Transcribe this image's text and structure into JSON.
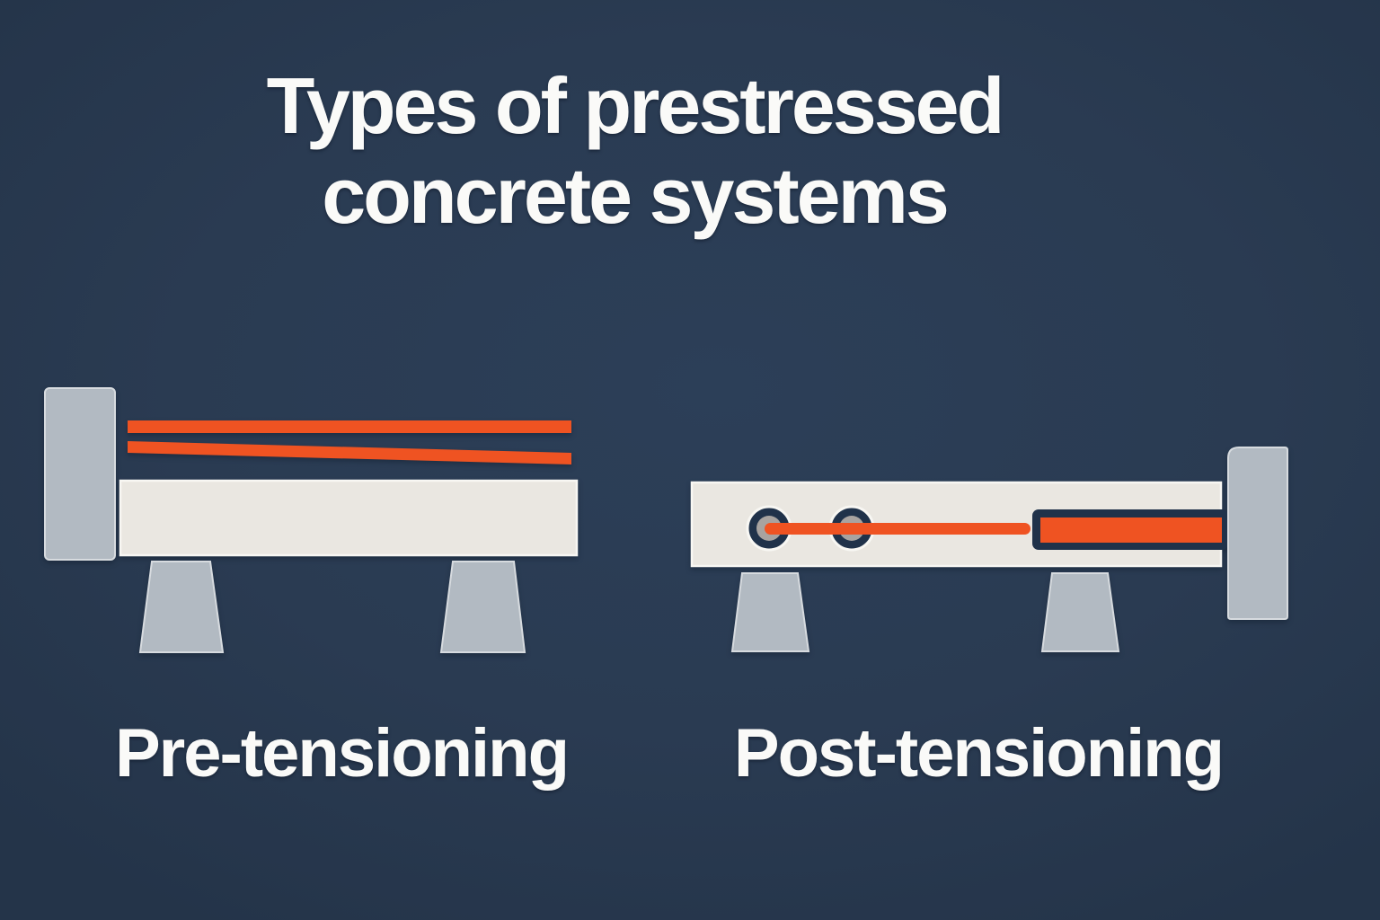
{
  "title": {
    "lines": [
      "Types of prestressed",
      "concrete systems"
    ]
  },
  "diagrams": [
    {
      "id": "pre-tensioning",
      "label": "Pre-tensioning",
      "elements": [
        "end-anchorage-block",
        "straight-tendon",
        "deflected-tendon",
        "concrete-beam",
        "support-pedestal-left",
        "support-pedestal-right"
      ]
    },
    {
      "id": "post-tensioning",
      "label": "Post-tensioning",
      "elements": [
        "concrete-beam",
        "anchorage-head-left",
        "anchorage-head-right",
        "tendon-line",
        "hydraulic-jack",
        "end-anchorage-block",
        "support-pedestal-left",
        "support-pedestal-right"
      ]
    }
  ],
  "colors": {
    "bg": "#2A3B52",
    "bg-hi": "#2C3F58",
    "bg-dark": "#243449",
    "ink": "#20324A",
    "orange": "#EF5322",
    "gray": "#B2BAC2",
    "gray-light": "#D7DBDF",
    "cream": "#EAE7E1",
    "cream-light": "#F8F7F3",
    "warm-gray": "#A8A3A0",
    "text": "#FAFAF8"
  }
}
